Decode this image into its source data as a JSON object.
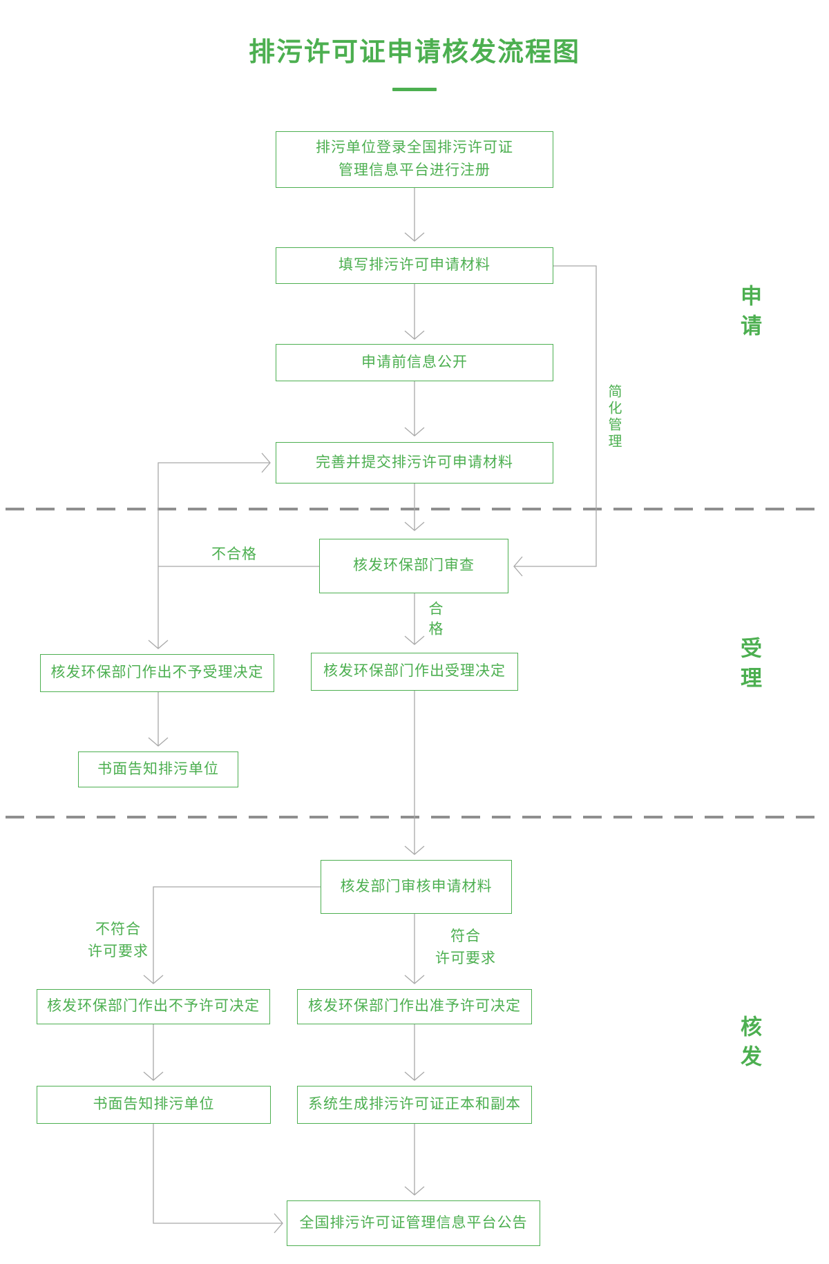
{
  "title": "排污许可证申请核发流程图",
  "sections": {
    "apply": "申请",
    "accept": "受理",
    "issue": "核发"
  },
  "nodes": {
    "register": "排污单位登录全国排污许可证\n管理信息平台进行注册",
    "fill_materials": "填写排污许可申请材料",
    "pre_apply_disclosure": "申请前信息公开",
    "complete_submit": "完善并提交排污许可申请材料",
    "dept_review": "核发环保部门审查",
    "not_accept_decision": "核发环保部门作出不予受理决定",
    "accept_decision": "核发环保部门作出受理决定",
    "written_notice_1": "书面告知排污单位",
    "dept_examine": "核发部门审核申请材料",
    "deny_permit_decision": "核发环保部门作出不予许可决定",
    "grant_permit_decision": "核发环保部门作出准予许可决定",
    "written_notice_2": "书面告知排污单位",
    "generate_license": "系统生成排污许可证正本和副本",
    "platform_announcement": "全国排污许可证管理信息平台公告"
  },
  "edge_labels": {
    "simplified_management": "简化管理",
    "unqualified": "不合格",
    "qualified": "合格",
    "not_meet_requirements": "不符合\n许可要求",
    "meet_requirements": "符合\n许可要求"
  },
  "colors": {
    "green": "#4caf50",
    "line_gray": "#a8a8a8",
    "divider_gray": "#8f8f8f"
  }
}
